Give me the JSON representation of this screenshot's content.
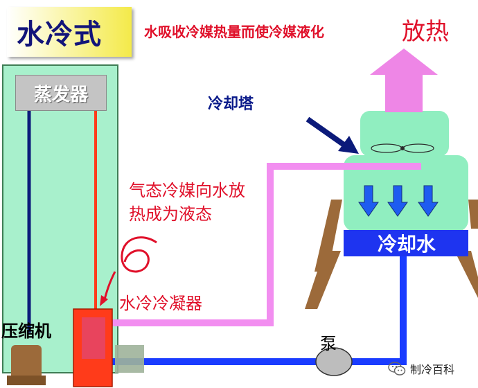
{
  "title": "水冷式",
  "subtitle": "水吸收冷媒热量而使冷媒液化",
  "heat_release": "放热",
  "cooling_tower": "冷却塔",
  "evaporator": "蒸发器",
  "gas_refrigerant_line1": "气态冷媒向水放",
  "gas_refrigerant_line2": "热成为液态",
  "condenser": "水冷冷凝器",
  "compressor": "压缩机",
  "pump": "泵",
  "cooling_water": "冷却水",
  "watermark": "制冷百科",
  "icons": [
    "down-arrow-icon",
    "up-arrow-icon",
    "fan-icon",
    "wechat-icon"
  ],
  "colors": {
    "cabinet": "#a8f0cc",
    "tower": "#90eec0",
    "pipe_blue": "#1a3cff",
    "pipe_pink": "#f28ef0",
    "pipe_red": "#ff3b1a",
    "pipe_navy": "#0b1a7a",
    "condenser": "#ff3b1a",
    "tower_legs": "#9c6a3a",
    "heat_arrow": "#ee86e6",
    "cw_band": "#1e34f0"
  }
}
